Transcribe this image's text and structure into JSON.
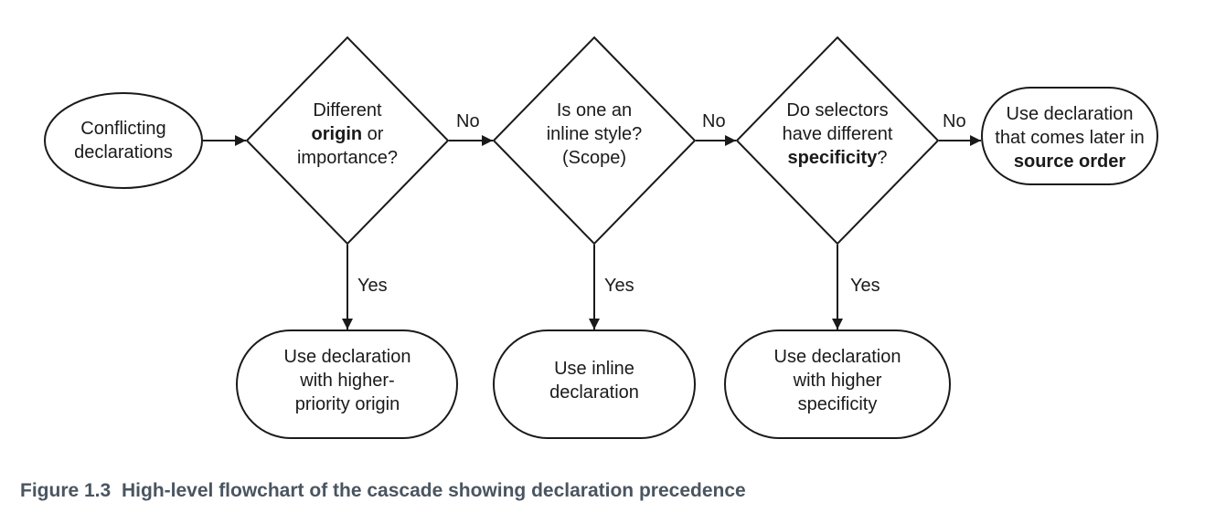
{
  "nodes": {
    "start": [
      "Conflicting",
      "declarations"
    ],
    "q_origin": [
      [
        {
          "t": "Different"
        }
      ],
      [
        {
          "t": "origin",
          "b": true
        },
        {
          "t": " or"
        }
      ],
      [
        {
          "t": "importance?"
        }
      ]
    ],
    "q_inline": [
      [
        {
          "t": "Is one an"
        }
      ],
      [
        {
          "t": "inline style?"
        }
      ],
      [
        {
          "t": "(Scope)"
        }
      ]
    ],
    "q_specificity": [
      [
        {
          "t": "Do selectors"
        }
      ],
      [
        {
          "t": "have different"
        }
      ],
      [
        {
          "t": "specificity",
          "b": true
        },
        {
          "t": "?"
        }
      ]
    ],
    "end_source": [
      [
        {
          "t": "Use declaration"
        }
      ],
      [
        {
          "t": "that comes later in"
        }
      ],
      [
        {
          "t": "source order",
          "b": true
        }
      ]
    ],
    "res_origin": [
      "Use declaration",
      "with higher-",
      "priority origin"
    ],
    "res_inline": [
      "Use inline",
      "declaration"
    ],
    "res_specificity": [
      "Use declaration",
      "with higher",
      "specificity"
    ]
  },
  "edge_labels": {
    "no": "No",
    "yes": "Yes"
  },
  "caption": {
    "number": "Figure 1.3",
    "text": "High-level flowchart of the cascade showing declaration precedence"
  },
  "colors": {
    "stroke": "#1a1a1a",
    "caption": "#4a5560"
  }
}
